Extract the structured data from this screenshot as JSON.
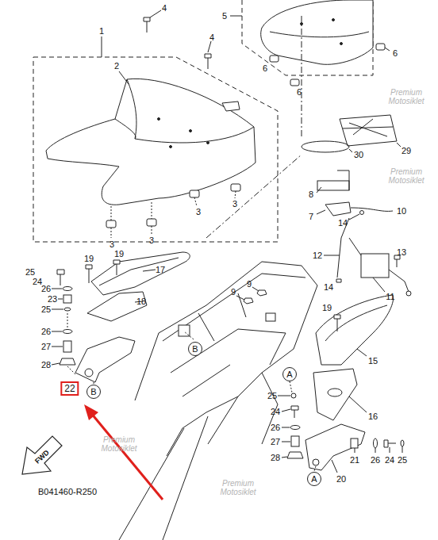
{
  "diagram": {
    "nodes": [
      {
        "text": [
          "B"
        ]
      },
      {
        "text": [
          "A"
        ]
      },
      {
        "text": [
          "22"
        ]
      },
      {
        "text": [
          "B"
        ]
      },
      {
        "text": [
          "A"
        ]
      }
    ],
    "labels": [
      "4",
      "5",
      "1",
      "4",
      "2",
      "6",
      "6",
      "6",
      "30",
      "29",
      "3",
      "3",
      "3",
      "3",
      "8",
      "7",
      "10",
      "14",
      "13",
      "12",
      "14",
      "11",
      "25",
      "24",
      "19",
      "19",
      "26",
      "17",
      "23",
      "18",
      "25",
      "26",
      "27",
      "28",
      "9",
      "9",
      "19",
      "15",
      "16",
      "25",
      "24",
      "26",
      "27",
      "28",
      "21",
      "26",
      "24",
      "25",
      "20",
      "B041460-R250",
      "FWD",
      "Premium Motosiklet",
      "Premium Motosiklet",
      "Premium Motosiklet",
      "Premium Motosiklet"
    ]
  }
}
